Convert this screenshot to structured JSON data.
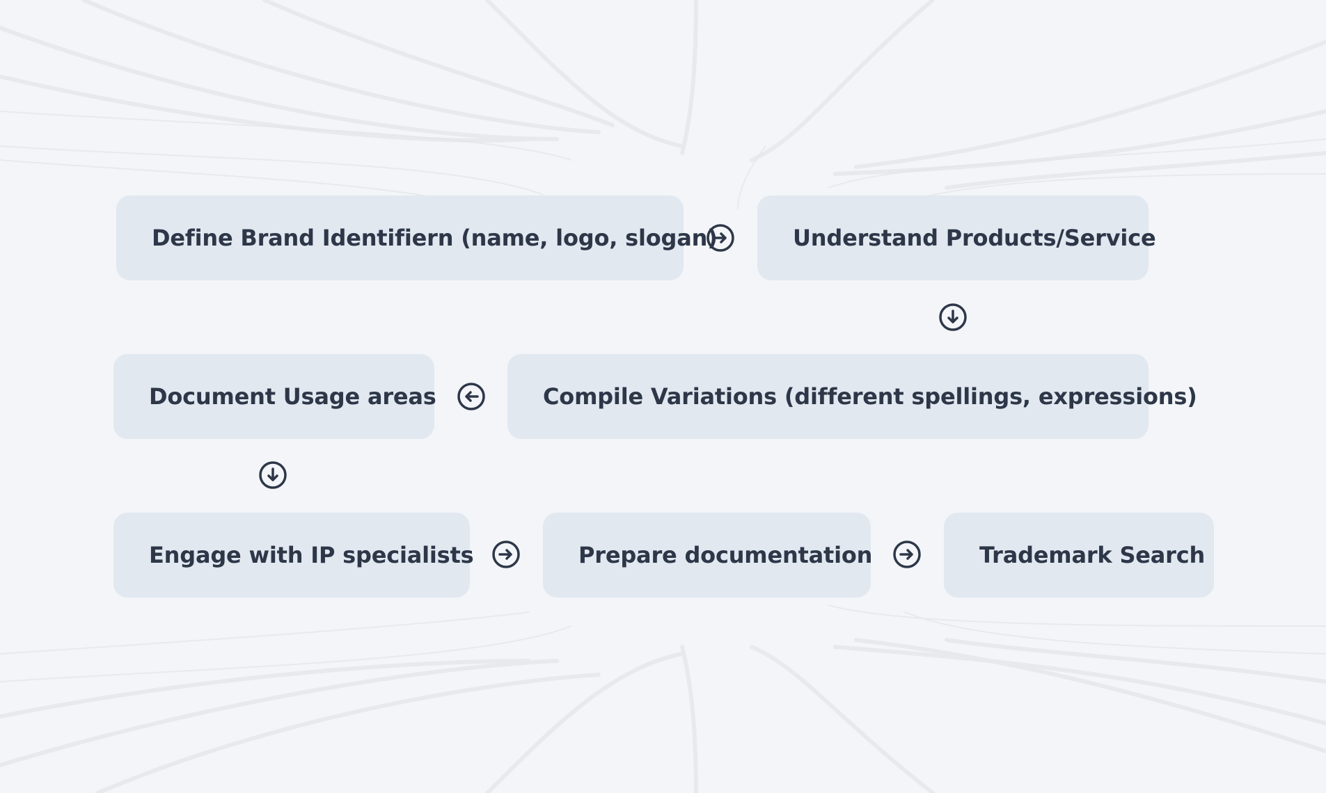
{
  "flow": {
    "steps": [
      {
        "id": "s1",
        "label": "Define Brand Identifiern (name, logo, slogan)"
      },
      {
        "id": "s2",
        "label": "Understand Products/Service"
      },
      {
        "id": "s3",
        "label": "Compile Variations (different spellings, expressions)"
      },
      {
        "id": "s4",
        "label": "Document Usage areas"
      },
      {
        "id": "s5",
        "label": "Engage with IP specialists"
      },
      {
        "id": "s6",
        "label": "Prepare documentation"
      },
      {
        "id": "s7",
        "label": "Trademark Search"
      }
    ],
    "connectors": [
      {
        "from": "s1",
        "to": "s2",
        "icon": "arrow-right-circle-icon"
      },
      {
        "from": "s2",
        "to": "s3",
        "icon": "arrow-down-circle-icon"
      },
      {
        "from": "s3",
        "to": "s4",
        "icon": "arrow-left-circle-icon"
      },
      {
        "from": "s4",
        "to": "s5",
        "icon": "arrow-down-circle-icon"
      },
      {
        "from": "s5",
        "to": "s6",
        "icon": "arrow-right-circle-icon"
      },
      {
        "from": "s6",
        "to": "s7",
        "icon": "arrow-right-circle-icon"
      }
    ]
  },
  "colors": {
    "background": "#f3f5f8",
    "box_fill": "#e1e8f0",
    "text": "#2d3748",
    "decorative_lines": "#e4e6ea"
  }
}
